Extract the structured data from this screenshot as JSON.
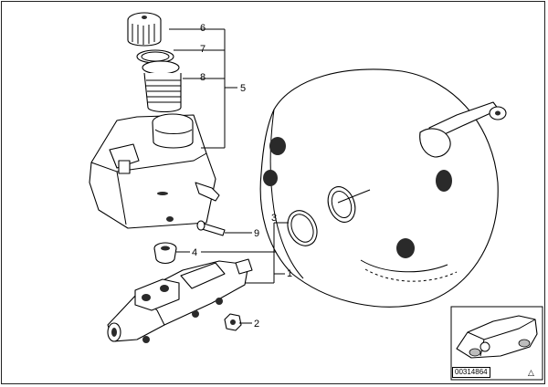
{
  "diagram": {
    "callouts": [
      {
        "id": "c1",
        "label": "1"
      },
      {
        "id": "c2",
        "label": "2"
      },
      {
        "id": "c3",
        "label": "3"
      },
      {
        "id": "c4",
        "label": "4"
      },
      {
        "id": "c5",
        "label": "5"
      },
      {
        "id": "c6",
        "label": "6"
      },
      {
        "id": "c7",
        "label": "7"
      },
      {
        "id": "c8",
        "label": "8"
      },
      {
        "id": "c9",
        "label": "9"
      }
    ],
    "document_id": "00314864",
    "icons": [
      "warning-triangle-icon",
      "vehicle-locator-icon"
    ]
  }
}
